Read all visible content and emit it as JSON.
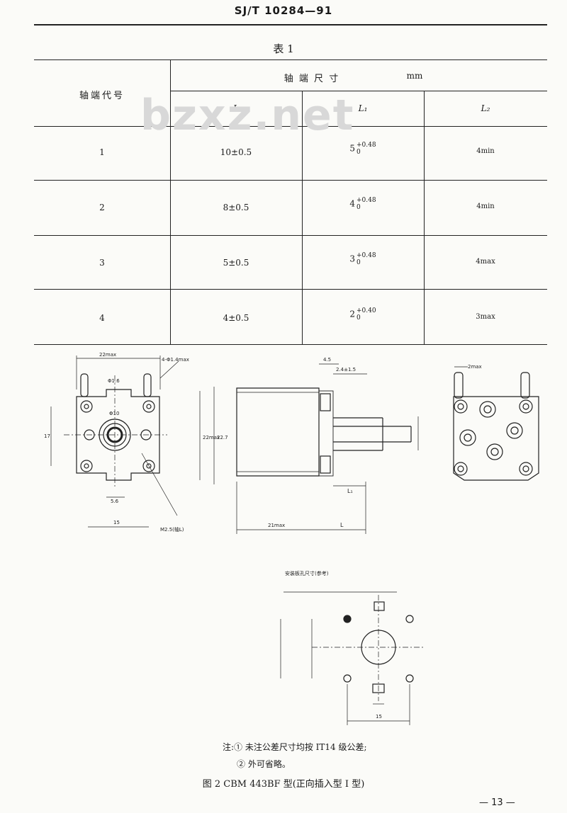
{
  "header": {
    "standard_code": "SJ/T 10284—91"
  },
  "table": {
    "title": "表 1",
    "col_code": "轴端代号",
    "col_group": "轴 端 尺 寸",
    "unit": "mm",
    "sub_headers": [
      "L",
      "L₁",
      "L₂"
    ],
    "rows": [
      {
        "code": "1",
        "l": "10±0.5",
        "l1_base": "5",
        "l1_upper": "+0.48",
        "l1_lower": "0",
        "l2": "4min"
      },
      {
        "code": "2",
        "l": "8±0.5",
        "l1_base": "4",
        "l1_upper": "+0.48",
        "l1_lower": "0",
        "l2": "4min"
      },
      {
        "code": "3",
        "l": "5±0.5",
        "l1_base": "3",
        "l1_upper": "+0.48",
        "l1_lower": "0",
        "l2": "4max"
      },
      {
        "code": "4",
        "l": "4±0.5",
        "l1_base": "2",
        "l1_upper": "+0.40",
        "l1_lower": "0",
        "l2": "3max"
      }
    ]
  },
  "watermark": "bzxz.net",
  "drawing": {
    "labels": {
      "width_dim": "22max",
      "holes": "4-Φ1.4max",
      "hole_spacing": "Φ1.6",
      "center": "Φ10",
      "shaft": "M2.5(轴L)",
      "bottom_dim1": "5.6",
      "bottom_dim2": "15",
      "height_dim1": "22max",
      "height_dim2": "22.7",
      "left_dim": "17",
      "side_top1": "4.5",
      "side_top2": "2.4±1.5",
      "side_depth": "21max",
      "side_l": "L",
      "side_l1": "L₁",
      "right_top": "2max",
      "mount_title": "安装板孔尺寸(参考)",
      "mount_dim": "15"
    }
  },
  "notes": {
    "line1": "注:① 未注公差尺寸均按 IT14 级公差;",
    "line2": "② 外可省略。"
  },
  "caption": "图 2   CBM 443BF 型(正向插入型 I 型)",
  "page_number": "— 13 —"
}
